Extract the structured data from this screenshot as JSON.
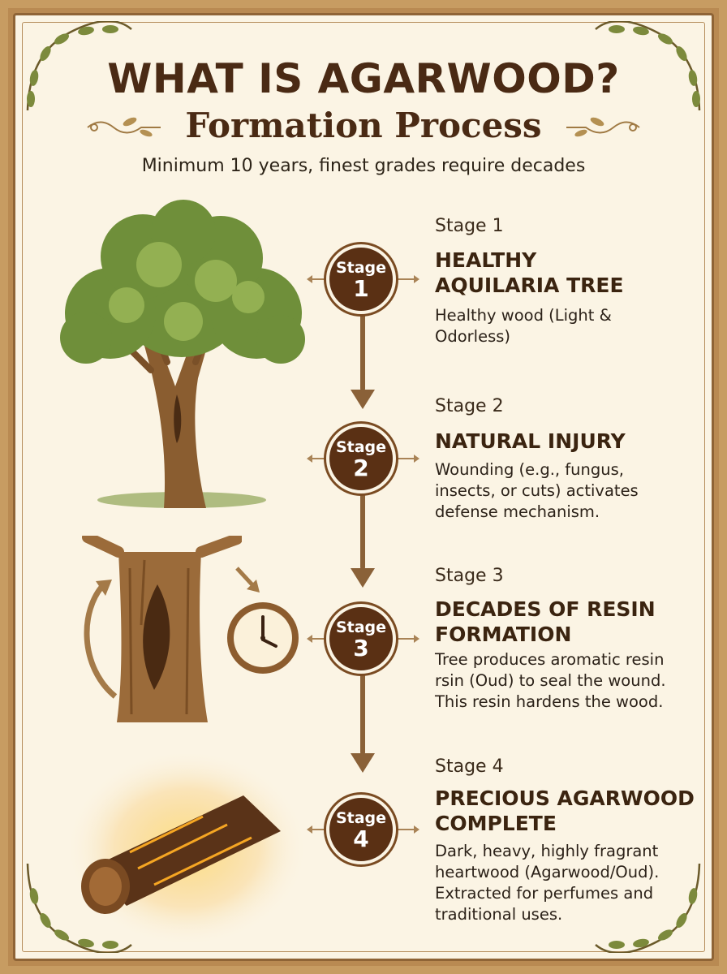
{
  "header": {
    "title": "WHAT IS AGARWOOD?",
    "subtitle": "Formation Process",
    "tagline": "Minimum 10 years, finest grades require decades"
  },
  "stages": [
    {
      "label": "Stage 1",
      "badge_word": "Stage",
      "badge_number": "1",
      "title": "HEALTHY AQUILARIA TREE",
      "description": "Healthy wood (Light & Odorless)"
    },
    {
      "label": "Stage 2",
      "badge_word": "Stage",
      "badge_number": "2",
      "title": "NATURAL INJURY",
      "description": "Wounding (e.g., fungus, insects, or cuts) activates defense mechanism."
    },
    {
      "label": "Stage 3",
      "badge_word": "Stage",
      "badge_number": "3",
      "title": "DECADES OF RESIN FORMATION",
      "description": "Tree produces aromatic resin rsin (Oud) to seal the wound. This resin hardens the wood."
    },
    {
      "label": "Stage 4",
      "badge_word": "Stage",
      "badge_number": "4",
      "title": "PRECIOUS AGARWOOD COMPLETE",
      "description": "Dark, heavy, highly fragrant heartwood (Agarwood/Oud). Extracted for perfumes and traditional uses."
    }
  ],
  "colors": {
    "frame": "#b98a52",
    "paper": "#fbf4e4",
    "title_text": "#4a2a14",
    "badge": "#5a3014",
    "timeline": "#8a6138"
  },
  "illustrations": {
    "stage1": "tree-illustration",
    "stage3": "wounded-trunk-illustration",
    "clock": "clock-icon",
    "stage4": "glowing-agarwood-log-illustration"
  }
}
